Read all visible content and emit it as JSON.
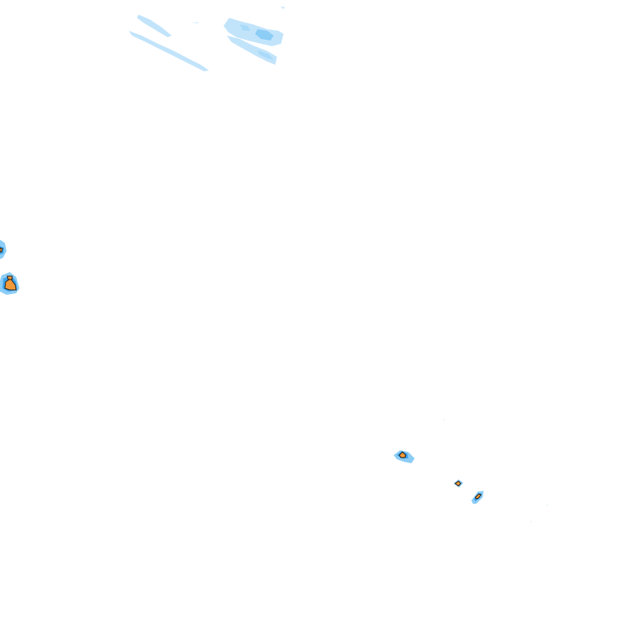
{
  "map": {
    "layer": "precipitation-radar-overlay",
    "background_color": "#ffffff",
    "colors": {
      "light": "#c2e4fb",
      "moderate": "#8ccdf6",
      "strong": "#3fa3ea",
      "heavy": "#f29a3a",
      "outline": "#1f1f1f"
    },
    "cells": [
      {
        "name": "streak-cell-northwest-a",
        "intensity": "light"
      },
      {
        "name": "streak-cell-northwest-b",
        "intensity": "light"
      },
      {
        "name": "cloud-cell-north-a",
        "intensity": "moderate"
      },
      {
        "name": "cloud-cell-north-b",
        "intensity": "moderate"
      },
      {
        "name": "storm-cell-west-upper",
        "intensity": "heavy"
      },
      {
        "name": "storm-cell-west-lower",
        "intensity": "heavy"
      },
      {
        "name": "storm-cell-southeast-a",
        "intensity": "heavy"
      },
      {
        "name": "storm-cell-southeast-b",
        "intensity": "heavy"
      },
      {
        "name": "storm-cell-southeast-c",
        "intensity": "heavy"
      }
    ]
  }
}
